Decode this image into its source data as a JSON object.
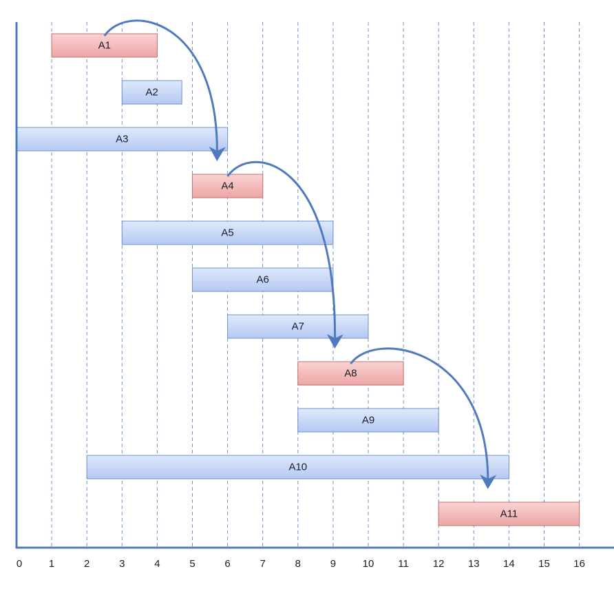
{
  "colors": {
    "highlight_fill": "#f4b9b9",
    "normal_fill": "#c4d5f7",
    "axis": "#4f7abd",
    "arrow": "#4f7abd",
    "gridline": "#6f95cc"
  },
  "chart_data": {
    "type": "gantt",
    "xlim": [
      0,
      16.8
    ],
    "ticks": [
      0,
      1,
      2,
      3,
      4,
      5,
      6,
      7,
      8,
      9,
      10,
      11,
      12,
      13,
      14,
      15,
      16
    ],
    "grid": "vertical dashed",
    "bars": [
      {
        "label": "A1",
        "start": 1,
        "end": 4,
        "highlight": true
      },
      {
        "label": "A2",
        "start": 3,
        "end": 4.7,
        "highlight": false
      },
      {
        "label": "A3",
        "start": 0,
        "end": 6,
        "highlight": false
      },
      {
        "label": "A4",
        "start": 5,
        "end": 7,
        "highlight": true
      },
      {
        "label": "A5",
        "start": 3,
        "end": 9,
        "highlight": false
      },
      {
        "label": "A6",
        "start": 5,
        "end": 9,
        "highlight": false
      },
      {
        "label": "A7",
        "start": 6,
        "end": 10,
        "highlight": false
      },
      {
        "label": "A8",
        "start": 8,
        "end": 11,
        "highlight": true
      },
      {
        "label": "A9",
        "start": 8,
        "end": 12,
        "highlight": false
      },
      {
        "label": "A10",
        "start": 2,
        "end": 14,
        "highlight": false
      },
      {
        "label": "A11",
        "start": 12,
        "end": 16,
        "highlight": true
      }
    ],
    "arrows": [
      {
        "from": "A1",
        "to": "A4"
      },
      {
        "from": "A4",
        "to": "A8"
      },
      {
        "from": "A8",
        "to": "A11"
      }
    ]
  }
}
